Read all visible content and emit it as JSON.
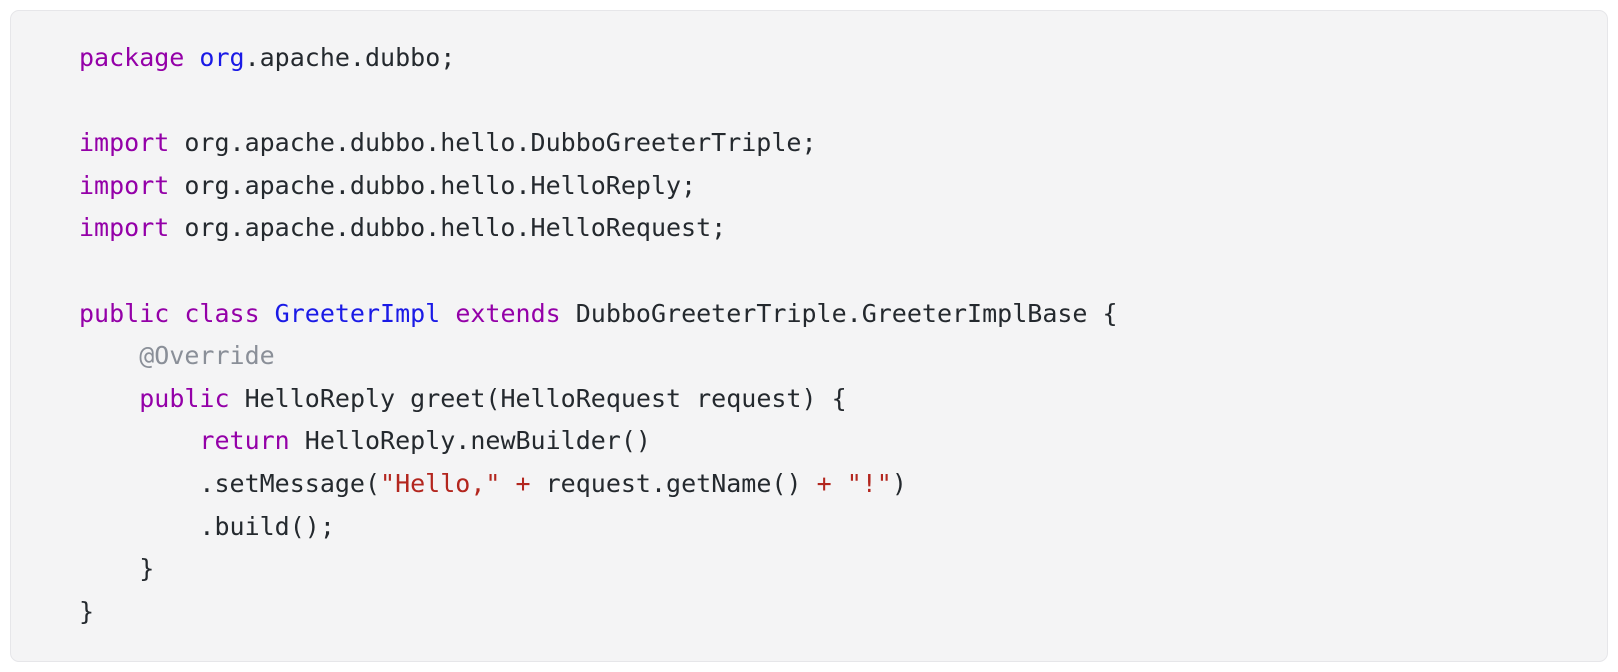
{
  "card": {
    "background_color": "#f4f4f5",
    "border_color": "#e6e6e9",
    "language": "java"
  },
  "colors": {
    "keyword": "#9400a8",
    "type_identifier": "#1a1ae6",
    "string": "#b3261e",
    "operator": "#b3261e",
    "annotation": "#8a8f98",
    "plain": "#24292e",
    "background": "#f4f4f5",
    "page_background": "#ffffff"
  },
  "code": {
    "lines": [
      {
        "id": "line-1-package",
        "tokens": [
          {
            "text": "package ",
            "type": "keyword"
          },
          {
            "text": "org",
            "type": "type_identifier"
          },
          {
            "text": ".apache.dubbo;",
            "type": "plain"
          }
        ]
      },
      {
        "id": "line-2-blank",
        "tokens": [
          {
            "text": "",
            "type": "plain"
          }
        ]
      },
      {
        "id": "line-3-import-dubbogreetertriple",
        "tokens": [
          {
            "text": "import ",
            "type": "keyword"
          },
          {
            "text": "org.apache.dubbo.hello.DubboGreeterTriple;",
            "type": "plain"
          }
        ]
      },
      {
        "id": "line-4-import-helloreply",
        "tokens": [
          {
            "text": "import ",
            "type": "keyword"
          },
          {
            "text": "org.apache.dubbo.hello.HelloReply;",
            "type": "plain"
          }
        ]
      },
      {
        "id": "line-5-import-hellorequest",
        "tokens": [
          {
            "text": "import ",
            "type": "keyword"
          },
          {
            "text": "org.apache.dubbo.hello.HelloRequest;",
            "type": "plain"
          }
        ]
      },
      {
        "id": "line-6-blank",
        "tokens": [
          {
            "text": "",
            "type": "plain"
          }
        ]
      },
      {
        "id": "line-7-class-declaration",
        "tokens": [
          {
            "text": "public class ",
            "type": "keyword"
          },
          {
            "text": "GreeterImpl",
            "type": "type_identifier"
          },
          {
            "text": " ",
            "type": "plain"
          },
          {
            "text": "extends",
            "type": "keyword"
          },
          {
            "text": " DubboGreeterTriple.GreeterImplBase {",
            "type": "plain"
          }
        ]
      },
      {
        "id": "line-8-override-annotation",
        "tokens": [
          {
            "text": "    ",
            "type": "plain"
          },
          {
            "text": "@Override",
            "type": "annotation"
          }
        ]
      },
      {
        "id": "line-9-method-signature",
        "tokens": [
          {
            "text": "    ",
            "type": "plain"
          },
          {
            "text": "public",
            "type": "keyword"
          },
          {
            "text": " HelloReply greet(HelloRequest request) {",
            "type": "plain"
          }
        ]
      },
      {
        "id": "line-10-return",
        "tokens": [
          {
            "text": "        ",
            "type": "plain"
          },
          {
            "text": "return",
            "type": "keyword"
          },
          {
            "text": " HelloReply.newBuilder()",
            "type": "plain"
          }
        ]
      },
      {
        "id": "line-11-setmessage",
        "tokens": [
          {
            "text": "        .setMessage(",
            "type": "plain"
          },
          {
            "text": "\"Hello,\"",
            "type": "string"
          },
          {
            "text": " ",
            "type": "plain"
          },
          {
            "text": "+",
            "type": "operator"
          },
          {
            "text": " request.getName() ",
            "type": "plain"
          },
          {
            "text": "+",
            "type": "operator"
          },
          {
            "text": " ",
            "type": "plain"
          },
          {
            "text": "\"!\"",
            "type": "string"
          },
          {
            "text": ")",
            "type": "plain"
          }
        ]
      },
      {
        "id": "line-12-build",
        "tokens": [
          {
            "text": "        .build();",
            "type": "plain"
          }
        ]
      },
      {
        "id": "line-13-close-method",
        "tokens": [
          {
            "text": "    }",
            "type": "plain"
          }
        ]
      },
      {
        "id": "line-14-close-class",
        "tokens": [
          {
            "text": "}",
            "type": "plain"
          }
        ]
      }
    ]
  }
}
